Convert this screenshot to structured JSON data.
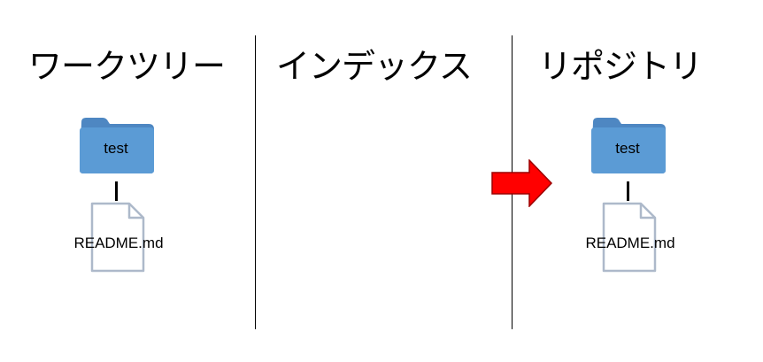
{
  "headings": {
    "worktree": "ワークツリー",
    "index": "インデックス",
    "repository": "リポジトリ"
  },
  "worktree": {
    "folder": "test",
    "file": "README.md"
  },
  "repository": {
    "folder": "test",
    "file": "README.md"
  },
  "colors": {
    "folder": "#5b9bd5",
    "folder_tab": "#41719c",
    "file_outline": "#adb9ca",
    "arrow": "#ff0000"
  }
}
